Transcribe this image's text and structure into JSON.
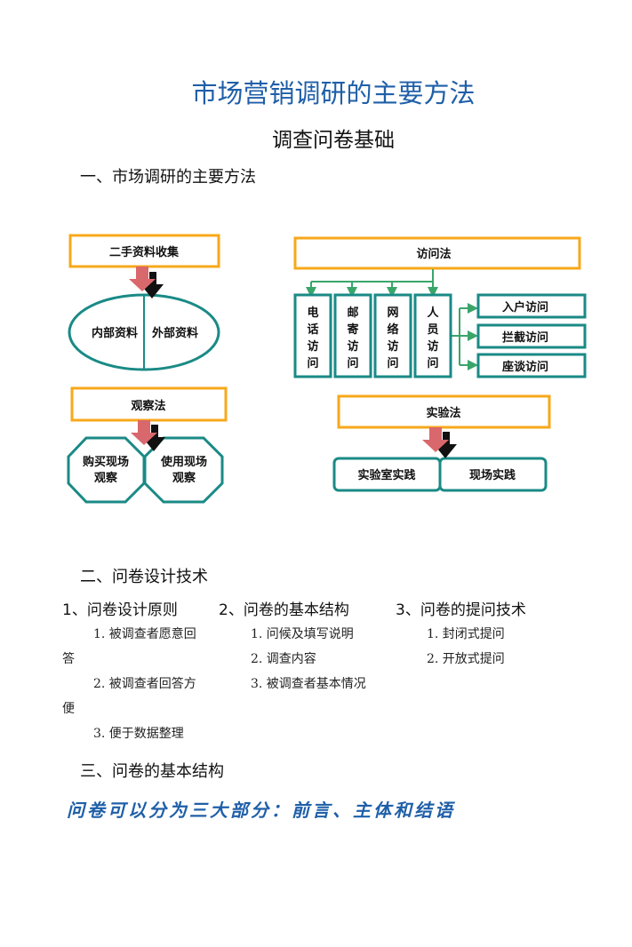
{
  "title": "市场营销调研的主要方法",
  "subtitle": "调查问卷基础",
  "section1": "一、市场调研的主要方法",
  "diagram": {
    "secondary": {
      "title": "二手资料收集",
      "left": "内部资料",
      "right": "外部资料"
    },
    "observation": {
      "title": "观察法",
      "left": [
        "购买现场",
        "观察"
      ],
      "right": [
        "使用现场",
        "观察"
      ]
    },
    "interview": {
      "title": "访问法",
      "types": [
        [
          "电",
          "话",
          "访",
          "问"
        ],
        [
          "邮",
          "寄",
          "访",
          "问"
        ],
        [
          "网",
          "络",
          "访",
          "问"
        ],
        [
          "人",
          "员",
          "访",
          "问"
        ]
      ],
      "personal": [
        "入户访问",
        "拦截访问",
        "座谈访问"
      ]
    },
    "experiment": {
      "title": "实验法",
      "left": "实验室实践",
      "right": "现场实践"
    }
  },
  "section2": "二、问卷设计技术",
  "columns": [
    {
      "heading": "1、问卷设计原则",
      "items": [
        "1. 被调查者愿意回",
        "答",
        "2. 被调查者回答方",
        "便",
        "3. 便于数据整理"
      ]
    },
    {
      "heading": "2、问卷的基本结构",
      "items": [
        "1. 问候及填写说明",
        "2. 调查内容",
        "3. 被调查者基本情况"
      ]
    },
    {
      "heading": "3、问卷的提问技术",
      "items": [
        "1. 封闭式提问",
        "2. 开放式提问"
      ]
    }
  ],
  "section3": "三、问卷的基本结构",
  "summary": "问卷可以分为三大部分：前言、主体和结语",
  "colors": {
    "title": "#1f5fa8",
    "orange": "#f7a81b",
    "teal": "#1a8a86",
    "green": "#3aa56a",
    "arrow": "#d9686c"
  }
}
